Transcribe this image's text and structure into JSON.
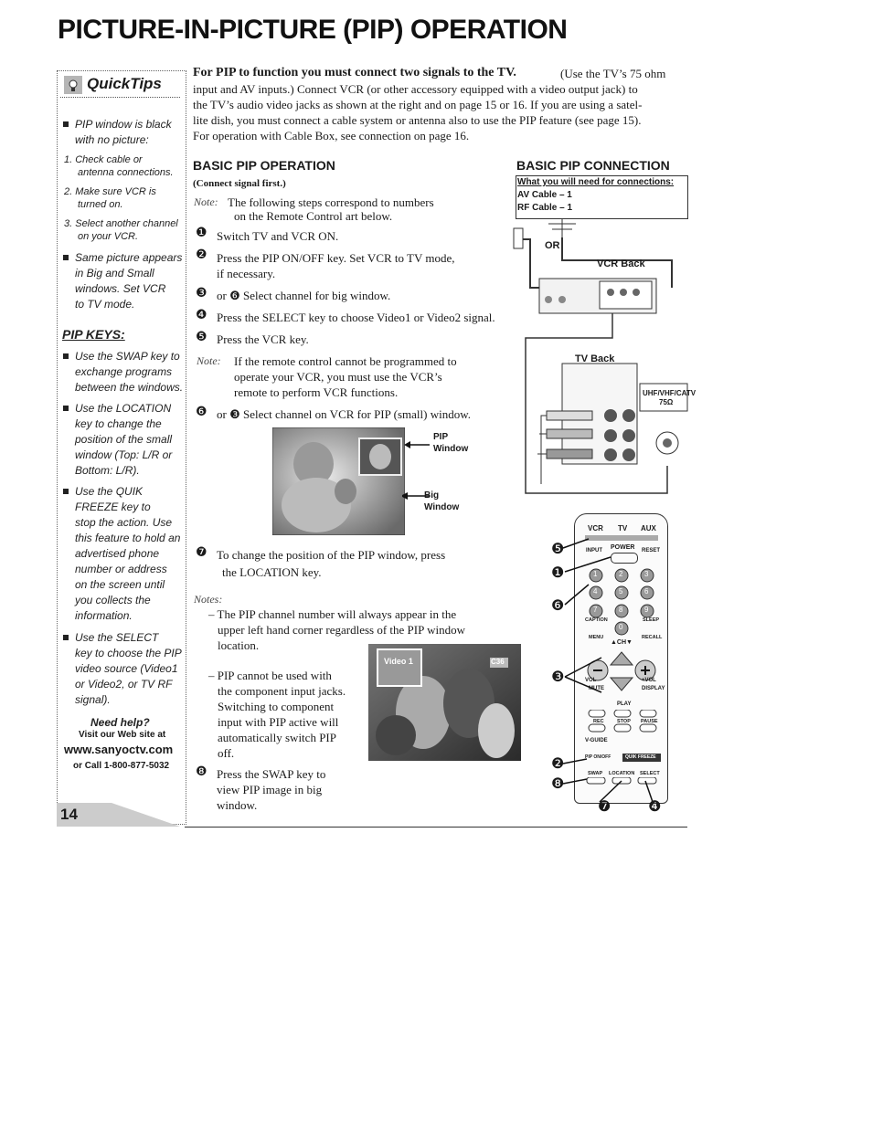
{
  "title": "PICTURE-IN-PICTURE (PIP) OPERATION",
  "sidebar": {
    "heading": "QuickTips",
    "tip1": "PIP window is black with no picture:",
    "tip1_steps": [
      "1. Check cable or",
      "antenna connections.",
      "2. Make sure VCR is",
      "turned on.",
      "3. Select another channel",
      "on your VCR."
    ],
    "tip2": [
      "Same picture appears",
      "in Big and Small",
      "windows. Set VCR",
      "to TV mode."
    ],
    "pip_keys_heading": "PIP KEYS:",
    "swap": [
      "Use the SWAP key to",
      "exchange programs",
      "between the windows."
    ],
    "location": [
      "Use the LOCATION",
      "key to change the",
      "position of the small",
      "window (Top: L/R or",
      "Bottom: L/R)."
    ],
    "quik": [
      "Use the QUIK",
      "FREEZE key to",
      "stop the action. Use",
      "this feature to hold an",
      "advertised phone",
      "number or address",
      "on the screen until",
      "you collects the",
      "information."
    ],
    "select": [
      "Use the SELECT",
      "key to choose the PIP",
      "video source (Video1",
      "or Video2, or TV RF",
      "signal)."
    ],
    "need_help": "Need help?",
    "visit": "Visit our Web site at",
    "url": "www.sanyoctv.com",
    "call": "or Call 1-800-877-5032"
  },
  "page_number": "14",
  "intro": {
    "lead": "For PIP to function you must connect two signals to the TV.",
    "lines": [
      "(Use the TV’s 75 ohm",
      "input and AV inputs.) Connect VCR (or other accessory equipped with a video output jack) to",
      "the TV’s audio video jacks as shown at the right and on page 15 or 16. If you are using a satel-",
      "lite dish, you must connect a cable system or antenna also to use the PIP feature (see page 15).",
      "For operation with Cable Box, see connection on page 16."
    ]
  },
  "basic_op": {
    "heading": "BASIC PIP OPERATION",
    "sub": "(Connect signal first.)",
    "note_label": "Note:",
    "note_lines": [
      "The following steps correspond to numbers",
      "on the Remote Control art below."
    ],
    "steps": [
      {
        "n": "❶",
        "text": "Switch TV and VCR ON."
      },
      {
        "n": "❷",
        "text": "Press the PIP ON/OFF key. Set VCR to TV mode,",
        "text2": "if necessary."
      },
      {
        "n": "❸",
        "text": "or ❻ Select channel for big window."
      },
      {
        "n": "❹",
        "text": "Press the SELECT key to choose Video1 or Video2 signal."
      },
      {
        "n": "❺",
        "text": "Press the VCR key."
      },
      {
        "n": "❻",
        "text": "or ❸ Select channel on VCR for PIP (small) window."
      }
    ],
    "note2_label": "Note:",
    "note2_lines": [
      "If the remote control cannot be programmed to",
      "operate your VCR, you must use the VCR’s",
      "remote to perform VCR functions."
    ],
    "pip_window": "PIP\nWindow",
    "big_window": "Big\nWindow",
    "step7": [
      "To change the position of the PIP window, press",
      "the LOCATION key."
    ],
    "notes_label": "Notes:",
    "notes1": [
      "– The PIP channel number will always appear in the",
      "upper left hand corner regardless of the PIP window",
      "location."
    ],
    "notes2": [
      "– PIP cannot be used with",
      "the component input jacks.",
      "Switching to component",
      "input with PIP active will",
      "automatically switch PIP",
      "off."
    ],
    "step8": [
      "Press the SWAP key to",
      "view PIP image in big",
      "window."
    ],
    "screen_video": "Video 1",
    "screen_ch": "C36"
  },
  "connection": {
    "heading": "BASIC PIP CONNECTION",
    "need": "What you will need for connections:",
    "av": "AV Cable – 1",
    "rf": "RF Cable – 1",
    "or": "OR",
    "vcr_back": "VCR Back",
    "tv_back": "TV Back",
    "uhf": "UHF/VHF/CATV",
    "ohm": "75Ω"
  },
  "remote": {
    "top": [
      "VCR",
      "TV",
      "AUX"
    ],
    "row2": [
      "INPUT",
      "POWER",
      "RESET"
    ],
    "digits": [
      "1",
      "2",
      "3",
      "4",
      "5",
      "6",
      "7",
      "8",
      "9",
      "0"
    ],
    "caption": "CAPTION",
    "sleep": "SLEEP",
    "menu": "MENU",
    "recall": "RECALL",
    "ch": "▲CH▼",
    "vol_minus": "VOL",
    "vol_plus": "+VOL",
    "mute": "MUTE",
    "display": "DISPLAY",
    "play": "PLAY",
    "rec": "REC",
    "stop": "STOP",
    "pause": "PAUSE",
    "vguide": "V-GUIDE",
    "pip": "PIP ON/OFF",
    "quik": "QUIK FREEZE",
    "swap": "SWAP",
    "location": "LOCATION",
    "select": "SELECT",
    "callouts": [
      "❺",
      "❶",
      "❻",
      "❸",
      "❷",
      "❽",
      "❼",
      "❹"
    ]
  }
}
